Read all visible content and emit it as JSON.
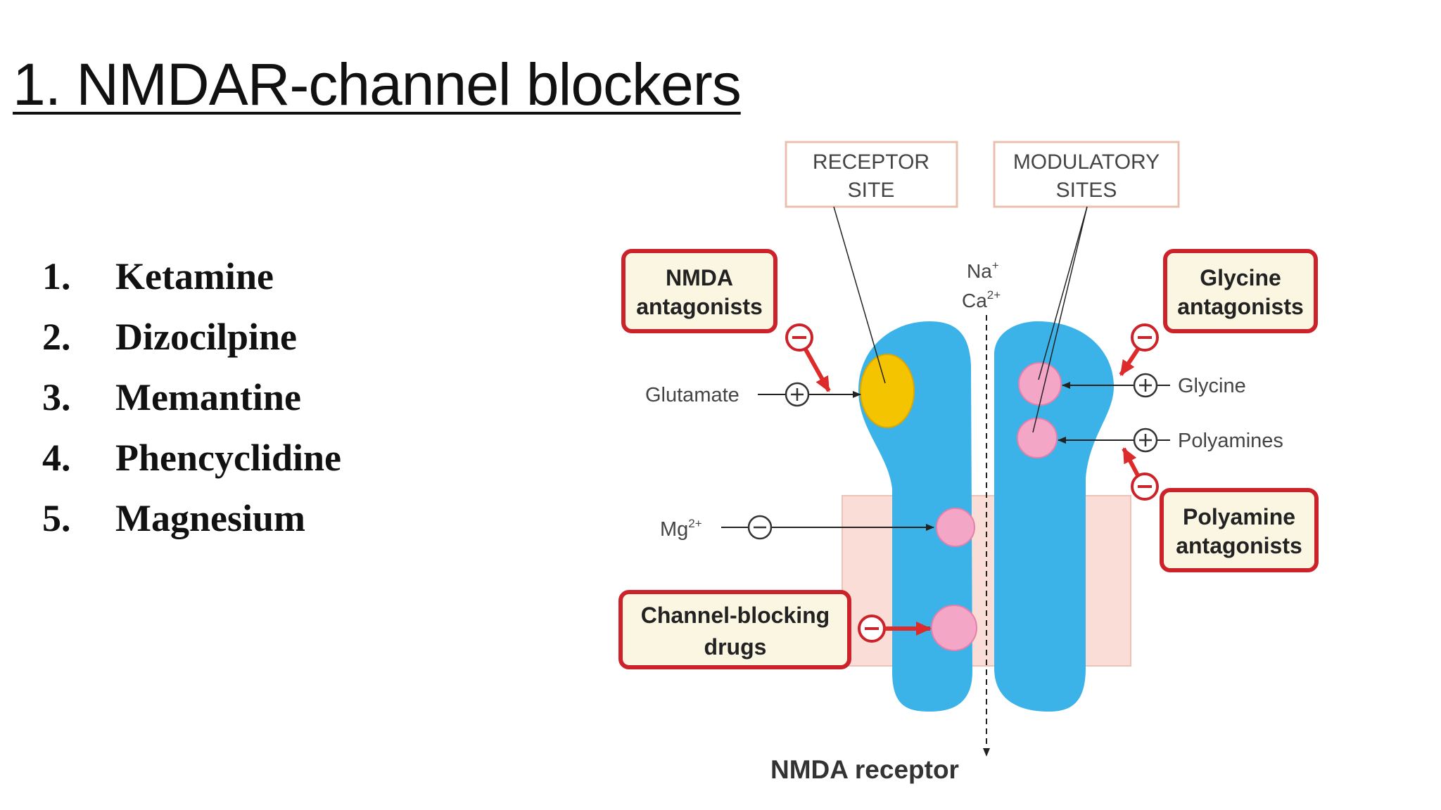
{
  "slide": {
    "title": "1. NMDAR-channel blockers",
    "drugs": [
      {
        "num": "1.",
        "name": "Ketamine"
      },
      {
        "num": "2.",
        "name": "Dizocilpine"
      },
      {
        "num": "3.",
        "name": "Memantine"
      },
      {
        "num": "4.",
        "name": "Phencyclidine"
      },
      {
        "num": "5.",
        "name": "Magnesium"
      }
    ]
  },
  "diagram": {
    "receptor_site": [
      "RECEPTOR",
      "SITE"
    ],
    "modulatory_sites": [
      "MODULATORY",
      "SITES"
    ],
    "nmda_antagonists": [
      "NMDA",
      "antagonists"
    ],
    "glycine_antagonists": [
      "Glycine",
      "antagonists"
    ],
    "polyamine_antagonists": [
      "Polyamine",
      "antagonists"
    ],
    "channel_blocking_drugs": [
      "Channel-blocking",
      "drugs"
    ],
    "ions": {
      "na": "Na",
      "na_sup": "+",
      "ca": "Ca",
      "ca_sup": "2+"
    },
    "glutamate": "Glutamate",
    "glycine": "Glycine",
    "polyamines": "Polyamines",
    "mg": "Mg",
    "mg_sup": "2+",
    "caption": "NMDA receptor",
    "colors": {
      "receptor_body": "#3bb3e8",
      "glutamate_site": "#f5c400",
      "binding_site": "#f4a6c6",
      "membrane": "#f9ddd6",
      "antagonist_border": "#cc2229",
      "antagonist_fill": "#fbf6e2",
      "arrow_red": "#dd2a2a"
    }
  }
}
